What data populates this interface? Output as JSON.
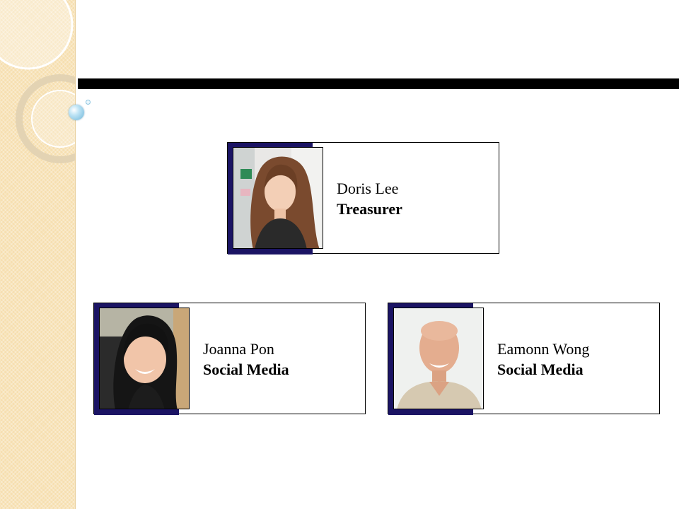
{
  "members": [
    {
      "name": "Doris Lee",
      "role": "Treasurer",
      "photo_icon": "doris-lee-photo"
    },
    {
      "name": "Joanna Pon",
      "role": "Social Media",
      "photo_icon": "joanna-pon-photo"
    },
    {
      "name": "Eamonn Wong",
      "role": "Social Media",
      "photo_icon": "eamonn-wong-photo"
    }
  ],
  "colors": {
    "sidebar": "#f6dfb0",
    "title_bar": "#000000",
    "photo_frame": "#1b1464",
    "card_border": "#000000"
  }
}
